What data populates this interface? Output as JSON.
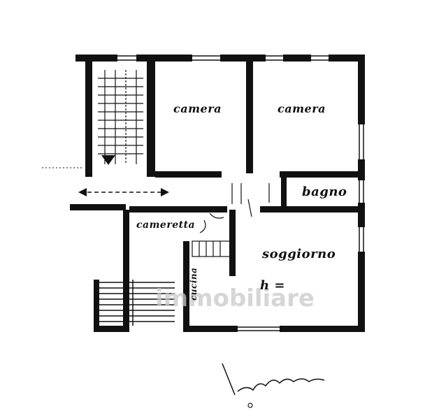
{
  "plan": {
    "rooms": [
      {
        "id": "camera-left",
        "label": "camera"
      },
      {
        "id": "camera-right",
        "label": "camera"
      },
      {
        "id": "bagno",
        "label": "bagno"
      },
      {
        "id": "cameretta",
        "label": "cameretta"
      },
      {
        "id": "soggiorno",
        "label": "soggiorno"
      },
      {
        "id": "cucina",
        "label": "cucina"
      }
    ],
    "height_mark": "h ="
  },
  "watermark": "immobiliare",
  "colors": {
    "ink": "#111111",
    "paper": "#ffffff",
    "watermark": "#c8c8c8"
  }
}
